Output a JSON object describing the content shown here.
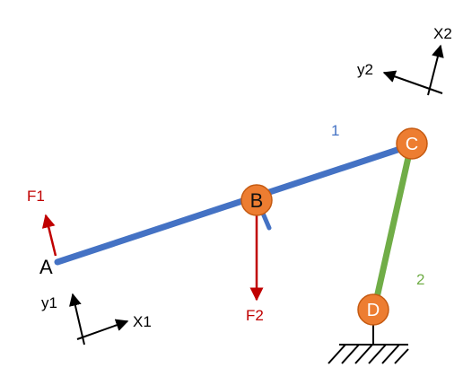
{
  "labels": {
    "point_a": "A",
    "link_1": "1",
    "link_2": "2",
    "force_1": "F1",
    "force_2": "F2",
    "frame1_x": "X1",
    "frame1_y": "y1",
    "frame2_x": "X2",
    "frame2_y": "y2"
  },
  "joints": {
    "b": "B",
    "c": "C",
    "d": "D"
  },
  "colors": {
    "link_1": "#4472c4",
    "link_2": "#70ad47",
    "joint_fill": "#ed7d31",
    "joint_stroke": "#c55a11",
    "force": "#c00000",
    "frame": "#000000"
  }
}
